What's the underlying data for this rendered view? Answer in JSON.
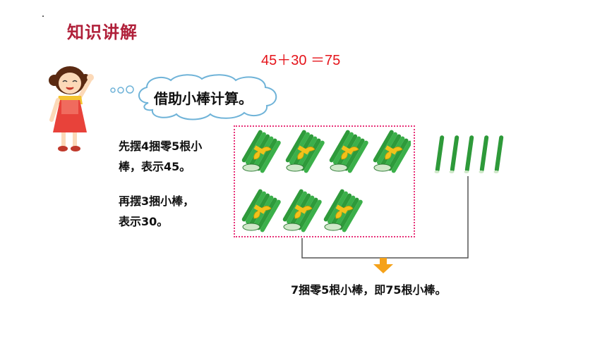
{
  "slide": {
    "title": "知识讲解",
    "equation": "45＋30 ＝75",
    "thought": "借助小棒计算。",
    "step1_line1": "先摆4捆零5根小",
    "step1_line2": "棒，表示45。",
    "step2_line1": "再摆3捆小棒，",
    "step2_line2": "表示30。",
    "result": "7捆零5根小棒，即75根小棒。"
  },
  "colors": {
    "title": "#b0203a",
    "equation": "#e5141b",
    "stick_green": "#2e9a3a",
    "ribbon": "#f2c21b",
    "arrow": "#f5a21a",
    "dotted_border": "#e8337a"
  },
  "visual_content": {
    "bundles_first_row": 4,
    "bundles_second_row": 3,
    "loose_sticks": 5
  }
}
